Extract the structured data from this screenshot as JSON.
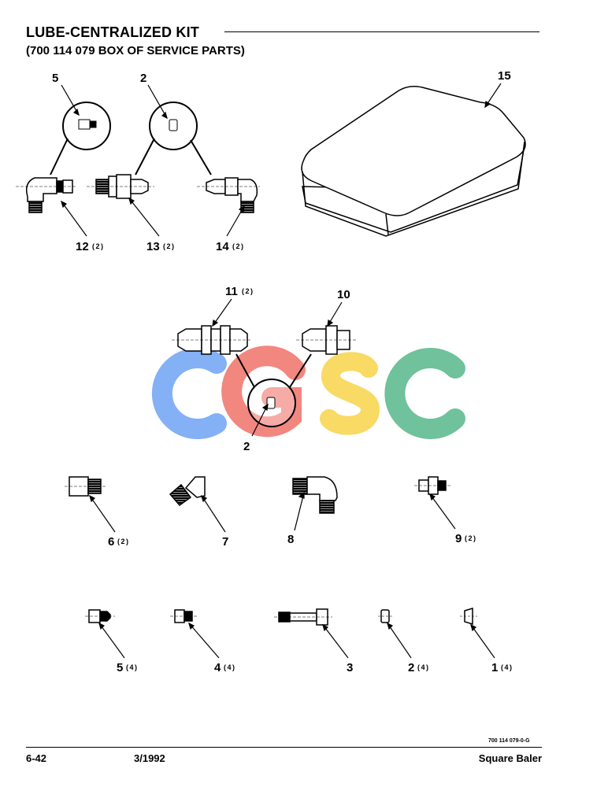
{
  "header": {
    "title": "LUBE-CENTRALIZED KIT",
    "subtitle": "(700 114 079 BOX OF SERVICE PARTS)"
  },
  "callouts": {
    "c5_top": "5",
    "c2_top": "2",
    "c15": "15",
    "c12": "12",
    "c12_qty": "(2)",
    "c13": "13",
    "c13_qty": "(2)",
    "c14": "14",
    "c14_qty": "(2)",
    "c11": "11",
    "c11_qty": "(2)",
    "c10": "10",
    "c2_mid": "2",
    "c6": "6",
    "c6_qty": "(2)",
    "c7": "7",
    "c8": "8",
    "c9": "9",
    "c9_qty": "(2)",
    "c5": "5",
    "c5_qty": "(4)",
    "c4": "4",
    "c4_qty": "(4)",
    "c3": "3",
    "c2": "2",
    "c2_qty": "(4)",
    "c1": "1",
    "c1_qty": "(4)"
  },
  "watermark": {
    "letters": [
      "C",
      "G",
      "S",
      "C"
    ],
    "colors": [
      "#6fa3f5",
      "#f0736a",
      "#f7d44a",
      "#57b88a"
    ]
  },
  "footer": {
    "ref_code": "700 114 079-0-G",
    "page": "6-42",
    "date": "3/1992",
    "product": "Square Baler"
  }
}
